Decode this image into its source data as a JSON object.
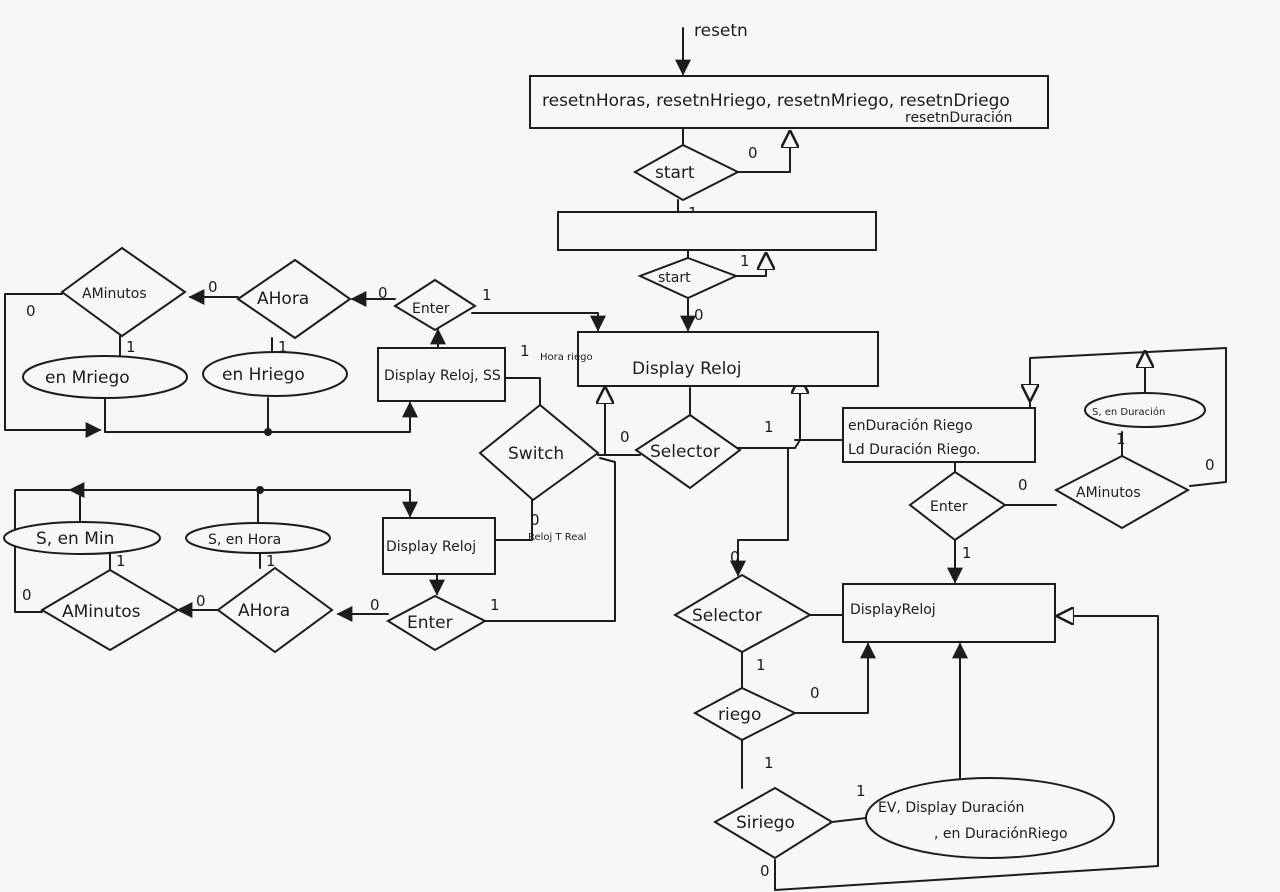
{
  "diagram": {
    "entry_signal": "resetn",
    "reset_box": {
      "line1": "resetnHoras, resetnHriego, resetnMriego, resetnDriego",
      "line2": "resetnDuración"
    },
    "empty_box": "",
    "decisions": {
      "start1": "start",
      "start2": "start",
      "enter_top": "Enter",
      "ahora_top": "AHora",
      "aminutos_top": "AMinutos",
      "switch": "Switch",
      "selector_top": "Selector",
      "enter_mid": "Enter",
      "ahora_bottom": "AHora",
      "aminutos_bottom": "AMinutos",
      "enter_right": "Enter",
      "aminutos_right": "AMinutos",
      "selector_bottom": "Selector",
      "riego": "riego",
      "siriego": "Siriego"
    },
    "boxes": {
      "display_reloj_main": "Display Reloj",
      "display_reloj_ss": "Display Reloj, SS",
      "display_reloj_mid": "Display Reloj",
      "en_duracion_line1": "enDuración Riego",
      "en_duracion_line2": "Ld Duración Riego.",
      "display_reloj_right": "DisplayReloj"
    },
    "ovals": {
      "en_mriego": "en Mriego",
      "en_hriego": "en Hriego",
      "s_en_min": "S, en Min",
      "s_en_hora": "S, en Hora",
      "s_en_duracion": "S, en Duración",
      "ev_line1": "EV, Display Duración",
      "ev_line2": ", en DuraciónRiego"
    },
    "side_labels": {
      "hora_riego": "Hora riego",
      "reloj_t_real": "Reloj T Real"
    },
    "conditions": {
      "start1_no": "0",
      "start1_yes": "1",
      "start2_yes": "1",
      "start2_no": "0",
      "enter_top_no": "0",
      "enter_top_yes": "1",
      "ahora_top_no": "0",
      "ahora_top_yes": "1",
      "aminutos_top_no": "0",
      "aminutos_top_yes": "1",
      "switch_yes": "1",
      "switch_no": "0",
      "selector_top_no": "0",
      "selector_top_yes": "1",
      "enter_mid_no": "0",
      "enter_mid_yes": "1",
      "ahora_bottom_no": "0",
      "ahora_bottom_yes": "1",
      "aminutos_bottom_no": "0",
      "aminutos_bottom_yes": "1",
      "enter_right_no": "0",
      "enter_right_yes": "1",
      "aminutos_right_no": "0",
      "aminutos_right_yes": "1",
      "selector_bottom_no": "0",
      "selector_bottom_yes": "1",
      "riego_no": "0",
      "riego_yes": "1",
      "siriego_yes": "1",
      "siriego_no": "0"
    }
  }
}
